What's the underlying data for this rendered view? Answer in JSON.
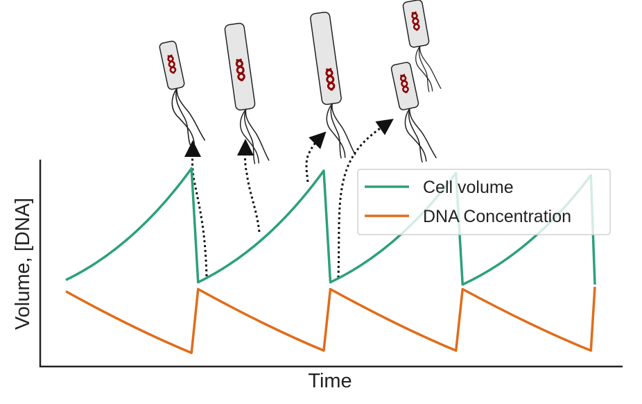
{
  "chart_data": {
    "type": "line",
    "xlabel": "Time",
    "ylabel": "Volume, [DNA]",
    "xlim": [
      0,
      4
    ],
    "ylim": [
      0,
      1
    ],
    "grid": false,
    "legend_position": "top-right",
    "series": [
      {
        "name": "Cell volume",
        "color": "#2ca07a",
        "points": [
          [
            0,
            0.38
          ],
          [
            0.95,
            0.87
          ],
          [
            1.0,
            0.37
          ],
          [
            1.95,
            0.86
          ],
          [
            2.0,
            0.37
          ],
          [
            2.95,
            0.85
          ],
          [
            3.0,
            0.36
          ],
          [
            3.97,
            0.84
          ],
          [
            4.0,
            0.36
          ]
        ]
      },
      {
        "name": "DNA Concentration",
        "color": "#e06c1a",
        "points": [
          [
            0,
            0.33
          ],
          [
            0.95,
            0.06
          ],
          [
            1.0,
            0.34
          ],
          [
            1.95,
            0.07
          ],
          [
            2.0,
            0.34
          ],
          [
            2.95,
            0.07
          ],
          [
            3.0,
            0.34
          ],
          [
            3.97,
            0.07
          ],
          [
            4.0,
            0.35
          ]
        ]
      }
    ]
  },
  "illustration": {
    "cell_color": "#e6e6e6",
    "dna_color": "#8b0000",
    "description_icons": [
      "bacterium-icon",
      "dna-icon",
      "flagella-icon",
      "dotted-arrow-icon"
    ]
  }
}
